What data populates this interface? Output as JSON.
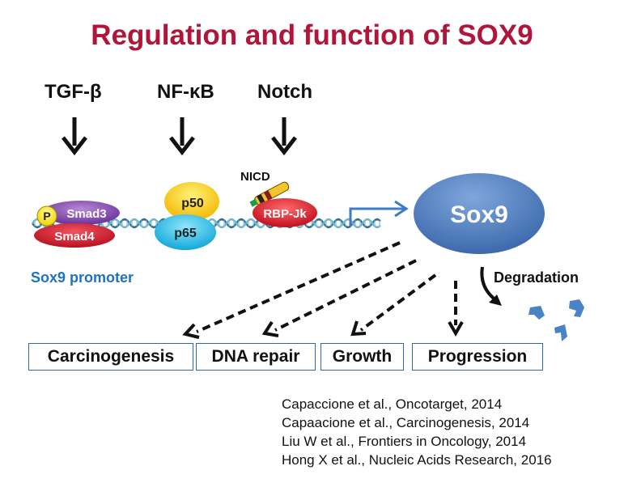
{
  "title": "Regulation and function of SOX9",
  "signals": {
    "tgf": "TGF-β",
    "nfkb": "NF-κB",
    "notch": "Notch"
  },
  "proteins": {
    "p": "P",
    "smad3": "Smad3",
    "smad4": "Smad4",
    "p50": "p50",
    "p65": "p65",
    "rbpjk": "RBP-Jk",
    "nicd": "NICD",
    "sox9": "Sox9"
  },
  "promoter_label": "Sox9 promoter",
  "degradation_label": "Degradation",
  "outcomes": {
    "carcinogenesis": "Carcinogenesis",
    "dna_repair": "DNA repair",
    "growth": "Growth",
    "progression": "Progression"
  },
  "references": [
    "Capaccione et al., Oncotarget, 2014",
    "Capaacione et al., Carcinogenesis, 2014",
    "Liu W et al., Frontiers in Oncology, 2014",
    "Hong X et al., Nucleic Acids Research, 2016"
  ],
  "colors": {
    "title": "#b0163a",
    "promoter_label": "#1d72c2",
    "smad3": "#7b3fa6",
    "smad4": "#d0182d",
    "p50": "#f5c400",
    "p65": "#21b8e3",
    "rbpjk": "#e0182a",
    "sox9": "#4f7fc1",
    "box_border": "#2d6aa6"
  }
}
